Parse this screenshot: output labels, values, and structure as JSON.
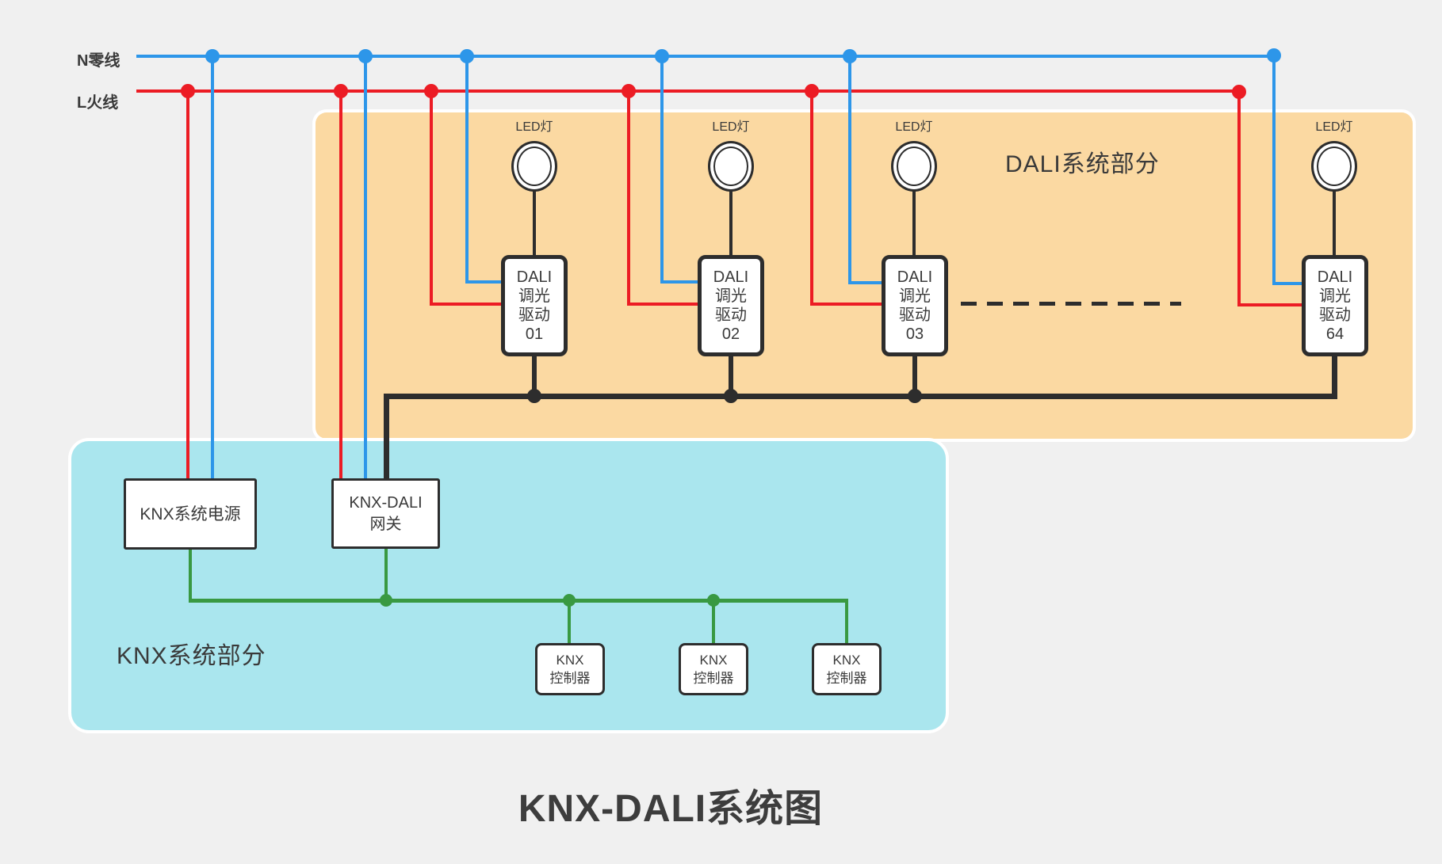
{
  "title": "KNX-DALI系统图",
  "power_lines": {
    "neutral_label": "N零线",
    "live_label": "L火线"
  },
  "dali_section": {
    "label": "DALI系统部分",
    "led_label": "LED灯",
    "drivers": [
      {
        "l1": "DALI",
        "l2": "调光",
        "l3": "驱动",
        "l4": "01"
      },
      {
        "l1": "DALI",
        "l2": "调光",
        "l3": "驱动",
        "l4": "02"
      },
      {
        "l1": "DALI",
        "l2": "调光",
        "l3": "驱动",
        "l4": "03"
      },
      {
        "l1": "DALI",
        "l2": "调光",
        "l3": "驱动",
        "l4": "64"
      }
    ]
  },
  "knx_section": {
    "label": "KNX系统部分",
    "power_supply": "KNX系统电源",
    "gateway": {
      "l1": "KNX-DALI",
      "l2": "网关"
    },
    "controllers": [
      {
        "l1": "KNX",
        "l2": "控制器"
      },
      {
        "l1": "KNX",
        "l2": "控制器"
      },
      {
        "l1": "KNX",
        "l2": "控制器"
      }
    ]
  },
  "colors": {
    "neutral_blue": "#2d96e9",
    "live_red": "#ec1c24",
    "knx_green": "#399942",
    "bus_black": "#2d2d2d",
    "dali_panel": "#fbd9a2",
    "knx_panel": "#aae6ee",
    "text_dark": "#3a3a3a",
    "box_border": "#2d2d2d",
    "bg": "#f0f0f0"
  }
}
